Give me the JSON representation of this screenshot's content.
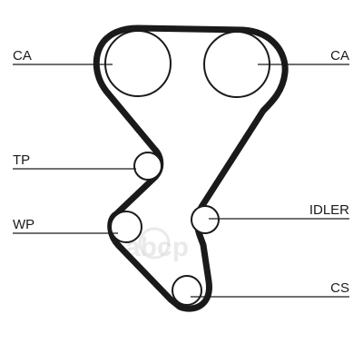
{
  "diagram": {
    "belt_color": "#1a1a1a",
    "labels": {
      "ca_left": "CA",
      "ca_right": "CA",
      "tp": "TP",
      "wp": "WP",
      "idler": "IDLER",
      "cs": "CS"
    },
    "watermark": "avtoall-logo"
  }
}
